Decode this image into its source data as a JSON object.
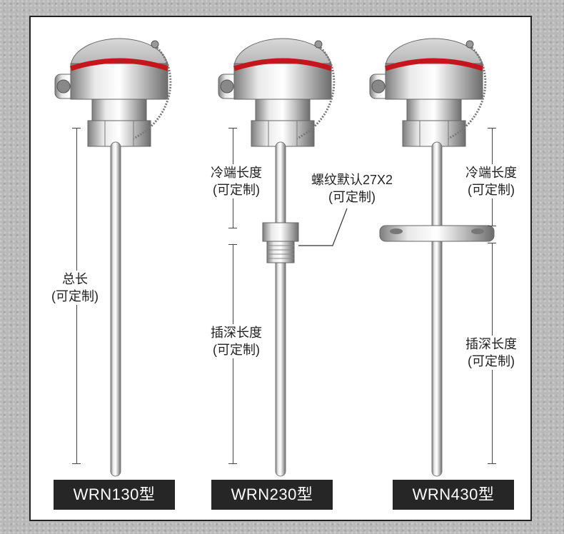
{
  "products": [
    {
      "model": "WRN130型",
      "labels": {
        "total_length": "总长",
        "customizable": "(可定制)"
      }
    },
    {
      "model": "WRN230型",
      "labels": {
        "cold_end_length": "冷端长度",
        "cold_end_custom": "(可定制)",
        "insertion_depth": "插深长度",
        "insertion_custom": "(可定制)",
        "thread_default": "螺纹默认27X2",
        "thread_custom": "(可定制)"
      }
    },
    {
      "model": "WRN430型",
      "labels": {
        "cold_end_length": "冷端长度",
        "cold_end_custom": "(可定制)",
        "insertion_depth": "插深长度",
        "insertion_custom": "(可定制)"
      }
    }
  ],
  "icons": [
    "thermocouple-head-icon",
    "chain-icon",
    "flange-icon",
    "thread-fitting-icon"
  ]
}
